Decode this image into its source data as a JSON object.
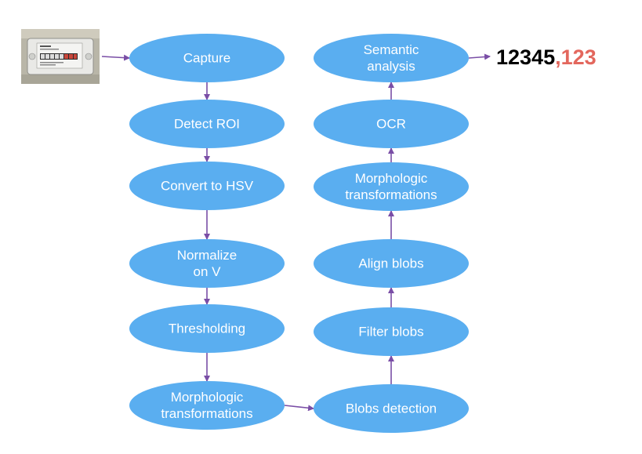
{
  "colors": {
    "node_fill": "#5aaef0",
    "node_text": "#ffffff",
    "arrow": "#7a4ea6",
    "reading_integer": "#000000",
    "reading_decimal": "#e3675d"
  },
  "photo": {
    "icon": "gas-meter-photo"
  },
  "nodes": [
    {
      "id": "capture",
      "lines": [
        "Capture"
      ]
    },
    {
      "id": "detect-roi",
      "lines": [
        "Detect ROI"
      ]
    },
    {
      "id": "convert-hsv",
      "lines": [
        "Convert to HSV"
      ]
    },
    {
      "id": "normalize",
      "lines": [
        "Normalize",
        "on V"
      ]
    },
    {
      "id": "thresholding",
      "lines": [
        "Thresholding"
      ]
    },
    {
      "id": "morph-1",
      "lines": [
        "Morphologic",
        "transformations"
      ]
    },
    {
      "id": "blobs-detection",
      "lines": [
        "Blobs detection"
      ]
    },
    {
      "id": "filter-blobs",
      "lines": [
        "Filter blobs"
      ]
    },
    {
      "id": "align-blobs",
      "lines": [
        "Align blobs"
      ]
    },
    {
      "id": "morph-2",
      "lines": [
        "Morphologic",
        "transformations"
      ]
    },
    {
      "id": "ocr",
      "lines": [
        "OCR"
      ]
    },
    {
      "id": "semantic",
      "lines": [
        "Semantic",
        "analysis"
      ]
    }
  ],
  "edges": [
    {
      "from": "photo",
      "to": "capture"
    },
    {
      "from": "capture",
      "to": "detect-roi"
    },
    {
      "from": "detect-roi",
      "to": "convert-hsv"
    },
    {
      "from": "convert-hsv",
      "to": "normalize"
    },
    {
      "from": "normalize",
      "to": "thresholding"
    },
    {
      "from": "thresholding",
      "to": "morph-1"
    },
    {
      "from": "morph-1",
      "to": "blobs-detection"
    },
    {
      "from": "blobs-detection",
      "to": "filter-blobs"
    },
    {
      "from": "filter-blobs",
      "to": "align-blobs"
    },
    {
      "from": "align-blobs",
      "to": "morph-2"
    },
    {
      "from": "morph-2",
      "to": "ocr"
    },
    {
      "from": "ocr",
      "to": "semantic"
    },
    {
      "from": "semantic",
      "to": "reading"
    }
  ],
  "reading": {
    "integer": "12345",
    "decimal": ",123"
  }
}
